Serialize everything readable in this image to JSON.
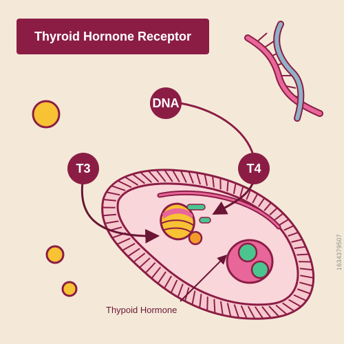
{
  "title": "Thyroid Hornone Receptor",
  "nodes": {
    "dna": "DNA",
    "t3": "T3",
    "t4": "T4"
  },
  "caption": "Thypoid Hormone",
  "stock_id": "1634379507",
  "colors": {
    "background": "#f4e9d8",
    "maroon": "#8b1d45",
    "cell_fill": "#f6c9cf",
    "inner_fill": "#f9d6da",
    "yellow": "#f7c233",
    "orange": "#f29b2b",
    "green": "#4bc58f",
    "pink": "#e8669a",
    "blue_grey": "#8fb2c8"
  }
}
